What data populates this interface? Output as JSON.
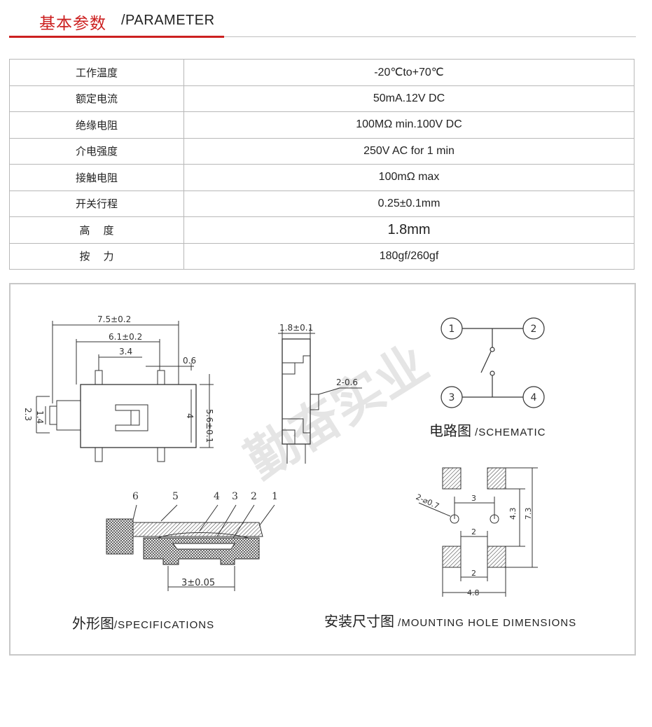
{
  "header": {
    "title_cn": "基本参数",
    "title_en": "/PARAMETER"
  },
  "parameters": [
    {
      "label": "工作温度",
      "value": "-20℃to+70℃"
    },
    {
      "label": "额定电流",
      "value": "50mA.12V DC"
    },
    {
      "label": "绝缘电阻",
      "value": "100MΩ min.100V DC"
    },
    {
      "label": "介电强度",
      "value": "250V AC for 1 min"
    },
    {
      "label": "接触电阻",
      "value": "100mΩ max"
    },
    {
      "label": "开关行程",
      "value": "0.25±0.1mm"
    },
    {
      "label": "高    度",
      "value": "1.8mm"
    },
    {
      "label": "按    力",
      "value": "180gf/260gf"
    }
  ],
  "drawing": {
    "top_view": {
      "width_total": "7.5±0.2",
      "width_inner": "6.1±0.2",
      "pin_offset": "3.4",
      "pin_width": "0.6",
      "height_total": "5.6±0.1",
      "height_inner": "4",
      "actuator_h": "2.3",
      "actuator_inner": "1.4"
    },
    "side_view": {
      "thickness": "1.8±0.1",
      "pin": "2-0.6"
    },
    "section": {
      "callouts": [
        "6",
        "5",
        "4",
        "3",
        "2",
        "1"
      ],
      "width": "3±0.05"
    },
    "schematic": {
      "pins": [
        "1",
        "2",
        "3",
        "4"
      ]
    },
    "mounting": {
      "holes": "2-⌀0.7",
      "hole_pitch": "3",
      "pad_gap_top": "2",
      "pad_gap_bottom": "2",
      "dim_inner_v": "4.3",
      "dim_outer_v": "7.3",
      "dim_width": "4.8"
    },
    "watermark": "勤奋实业"
  },
  "captions": {
    "specifications_cn": "外形图",
    "specifications_en": "/SPECIFICATIONS",
    "schematic_cn": "电路图",
    "schematic_en": "/SCHEMATIC",
    "mounting_cn": "安装尺寸图",
    "mounting_en": "/MOUNTING HOLE DIMENSIONS"
  },
  "colors": {
    "accent": "#cc2020",
    "border": "#b8b8b8"
  }
}
